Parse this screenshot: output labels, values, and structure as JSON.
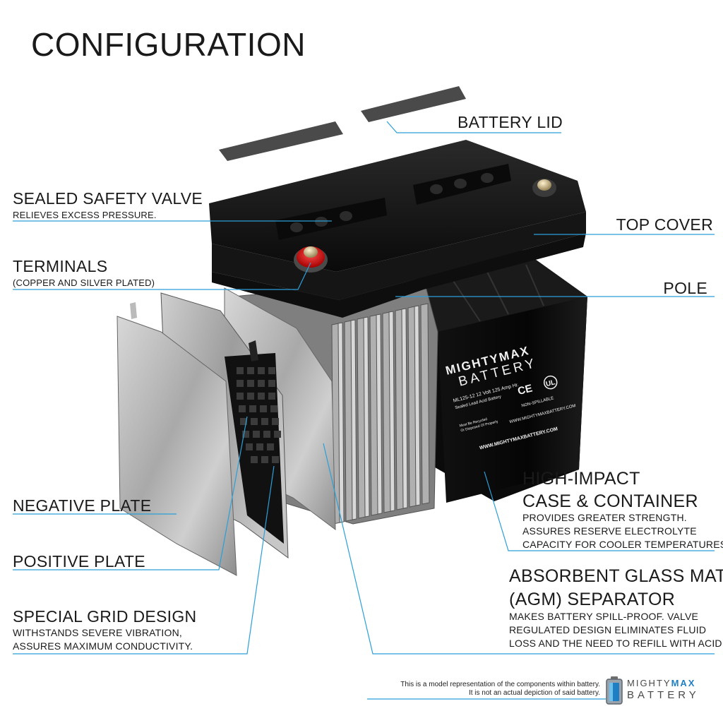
{
  "title": "CONFIGURATION",
  "labels": {
    "battery_lid": "BATTERY LID",
    "sealed_valve": "SEALED SAFETY VALVE",
    "sealed_valve_sub": "RELIEVES EXCESS PRESSURE.",
    "top_cover": "TOP COVER",
    "terminals": "TERMINALS",
    "terminals_sub": "(COPPER AND SILVER PLATED)",
    "pole": "POLE",
    "high_impact_1": "HIGH-IMPACT",
    "high_impact_2": "CASE & CONTAINER",
    "high_impact_sub_1": "PROVIDES GREATER STRENGTH.",
    "high_impact_sub_2": "ASSURES RESERVE ELECTROLYTE",
    "high_impact_sub_3": "CAPACITY FOR COOLER TEMPERATURES.",
    "negative_plate": "NEGATIVE PLATE",
    "positive_plate": "POSITIVE PLATE",
    "agm_1": "ABSORBENT GLASS MAT",
    "agm_2": "(AGM) SEPARATOR",
    "agm_sub_1": "MAKES BATTERY SPILL-PROOF. VALVE",
    "agm_sub_2": "REGULATED DESIGN ELIMINATES FLUID",
    "agm_sub_3": "LOSS AND THE NEED TO REFILL WITH ACID.",
    "grid_design": "SPECIAL GRID DESIGN",
    "grid_sub_1": "WITHSTANDS SEVERE VIBRATION,",
    "grid_sub_2": "ASSURES MAXIMUM CONDUCTIVITY."
  },
  "disclaimer": {
    "line1": "This is a model representation of the components within battery.",
    "line2": "It is not an actual depiction of said battery."
  },
  "logo": {
    "word1_a": "MIGHTY",
    "word1_b": "MAX",
    "word2": "BATTERY"
  },
  "case_print": {
    "brand_1": "MIGHTYMAX",
    "brand_2": "BATTERY",
    "model": "ML125-12  12 Volt 125 Amp Hr.",
    "type": "Sealed Lead Acid Battery",
    "ce": "CE",
    "ul": "UL",
    "non_spill": "NON-SPILLABLE",
    "recycle": "Must Be Recycled",
    "recycle2": "Or Disposed Of Properly",
    "web": "WWW.MIGHTYMAXBATTERY.COM"
  },
  "colors": {
    "accent": "#2b9fd8",
    "text": "#1a1a1a",
    "case": "#0d0d0d",
    "plate": "#b9b9b9",
    "logo_blue": "#1f7fc2"
  },
  "icons": {
    "logo": "battery-icon"
  }
}
